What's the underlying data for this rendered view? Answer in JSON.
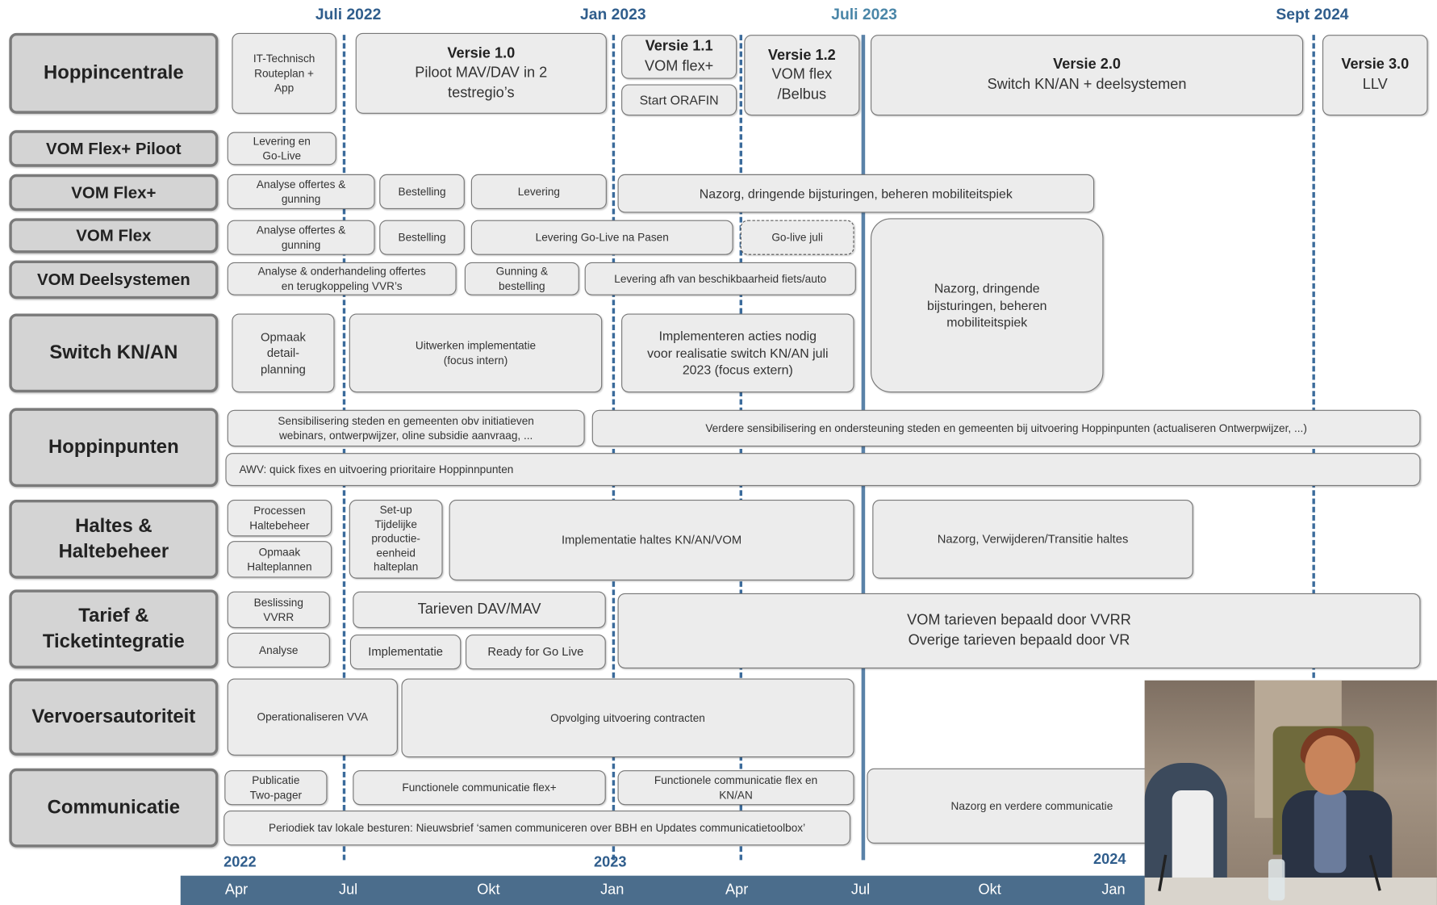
{
  "top_labels": [
    "Juli 2022",
    "Jan 2023",
    "Juli 2023",
    "Sept 2024"
  ],
  "row_labels": {
    "hoppincentrale": "Hoppincentrale",
    "vom_flex_plus_piloot": "VOM Flex+ Piloot",
    "vom_flex_plus": "VOM Flex+",
    "vom_flex": "VOM Flex",
    "vom_deelsystemen": "VOM Deelsystemen",
    "switch_kn_an": "Switch KN/AN",
    "hoppinpunten": "Hoppinpunten",
    "haltes": "Haltes &\nHaltebeheer",
    "tarief": "Tarief &\nTicketintegratie",
    "vervoersautoriteit": "Vervoersautoriteit",
    "communicatie": "Communicatie"
  },
  "tasks": {
    "hc_it": "IT-Technisch\nRouteplan +\nApp",
    "hc_v10_title": "Versie 1.0",
    "hc_v10_desc": "Piloot MAV/DAV in 2\ntestregio’s",
    "hc_v11_title": "Versie 1.1",
    "hc_v11_desc": "VOM flex+",
    "hc_orafin": "Start ORAFIN",
    "hc_v12_title": "Versie 1.2",
    "hc_v12_desc": "VOM flex\n/Belbus",
    "hc_v20_title": "Versie 2.0",
    "hc_v20_desc": "Switch KN/AN + deelsystemen",
    "hc_v30_title": "Versie 3.0",
    "hc_v30_desc": "LLV",
    "vfp_levering": "Levering en\nGo-Live",
    "vf_analyse": "Analyse offertes &\ngunning",
    "vf_bestelling": "Bestelling",
    "vf_levering": "Levering",
    "vf_nazorg": "Nazorg, dringende bijsturingen, beheren mobiliteitspiek",
    "vfl_analyse": "Analyse offertes &\ngunning",
    "vfl_bestelling": "Bestelling",
    "vfl_levering": "Levering Go-Live na Pasen",
    "vfl_golive": "Go-live juli",
    "nazorg_big": "Nazorg, dringende\nbijsturingen, beheren\nmobiliteitspiek",
    "vd_analyse": "Analyse & onderhandeling offertes\nen terugkoppeling VVR’s",
    "vd_gunning": "Gunning &\nbestelling",
    "vd_levering": "Levering afh van beschikbaarheid fiets/auto",
    "sw_opmaak": "Opmaak\ndetail-\nplanning",
    "sw_uitwerken": "Uitwerken implementatie\n(focus intern)",
    "sw_implementeren": "Implementeren acties nodig\nvoor realisatie switch KN/AN juli\n2023 (focus extern)",
    "hp_sens": "Sensibilisering  steden en gemeenten obv initiatieven\nwebinars, ontwerpwijzer, oline subsidie aanvraag, ...",
    "hp_verdere": "Verdere sensibilisering en ondersteuning steden en gemeenten bij uitvoering Hoppinpunten (actualiseren Ontwerpwijzer, ...)",
    "hp_awv": "AWV: quick fixes en uitvoering prioritaire Hoppinnpunten",
    "ha_processen": "Processen\nHaltebeheer",
    "ha_opmaak": "Opmaak\nHalteplannen",
    "ha_setup": "Set-up\nTijdelijke\nproductie-\neenheid\nhalteplan",
    "ha_impl": "Implementatie haltes  KN/AN/VOM",
    "ha_nazorg": "Nazorg, Verwijderen/Transitie haltes",
    "ta_beslissing": "Beslissing\nVVRR",
    "ta_analyse": "Analyse",
    "ta_tarieven": "Tarieven DAV/MAV",
    "ta_impl": "Implementatie",
    "ta_ready": "Ready for Go Live",
    "ta_vom": "VOM tarieven bepaald door VVRR\nOverige tarieven bepaald door VR",
    "va_oper": "Operationaliseren VVA",
    "va_opvolging": "Opvolging uitvoering contracten",
    "co_publicatie": "Publicatie\nTwo-pager",
    "co_func1": "Functionele communicatie flex+",
    "co_func2": "Functionele communicatie flex en\nKN/AN",
    "co_nazorg": "Nazorg en verdere communicatie",
    "co_periodiek": "Periodiek tav lokale besturen: Nieuwsbrief ‘samen communiceren over BBH en Updates communicatietoolbox’"
  },
  "years": [
    "2022",
    "2023",
    "2024"
  ],
  "months": [
    "Apr",
    "Jul",
    "Okt",
    "Jan",
    "Apr",
    "Jul",
    "Okt",
    "Jan"
  ],
  "colors": {
    "timeline_dash": "#3b6b9b",
    "timeline_solid": "#5a82a8",
    "month_bar": "#4b6d8c",
    "row_label_bg": "#d4d4d4",
    "task_bg": "#ececec"
  }
}
